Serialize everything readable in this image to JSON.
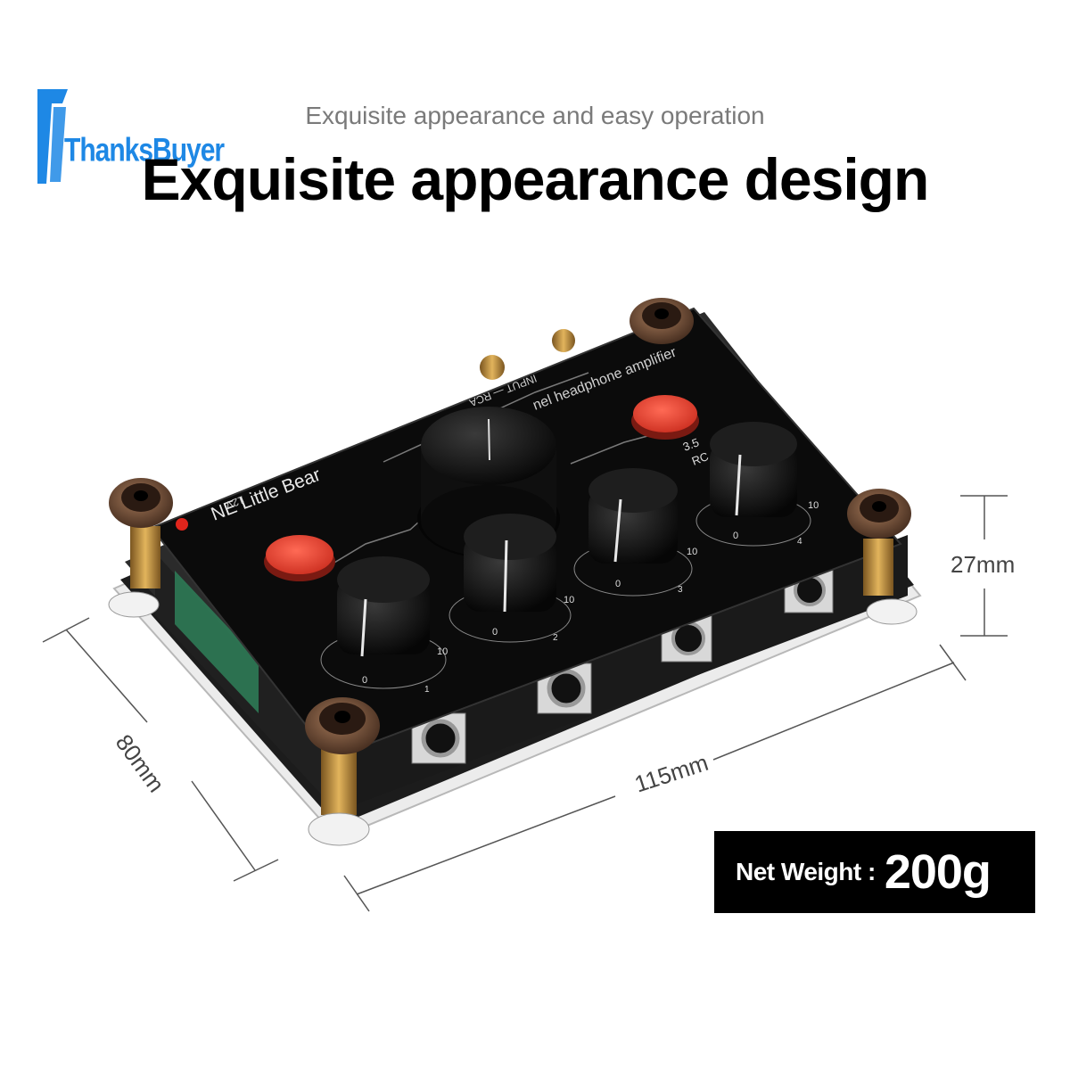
{
  "brand": {
    "name": "ThanksBuyer",
    "color": "#1e88e5"
  },
  "header": {
    "subtitle": "Exquisite appearance and easy operation",
    "title": "Exquisite appearance design"
  },
  "product": {
    "brand_print": "NE Little Bear",
    "model_print": "nel headphone amplifier",
    "power_print": "12V",
    "input_print": "INPUT — RCA",
    "knob_scale": [
      "0",
      "10"
    ],
    "channels": [
      "1",
      "2",
      "3",
      "4"
    ],
    "switch_labels": [
      "3.5",
      "RC"
    ]
  },
  "dimensions": {
    "height": "27mm",
    "depth": "80mm",
    "width": "115mm"
  },
  "weight": {
    "label": "Net Weight :",
    "value": "200g"
  },
  "colors": {
    "panel": "#0b0b0b",
    "knob": "#121212",
    "button_red": "#e53b2c",
    "brass": "#b8893a",
    "bolt": "#5a3a2a"
  }
}
